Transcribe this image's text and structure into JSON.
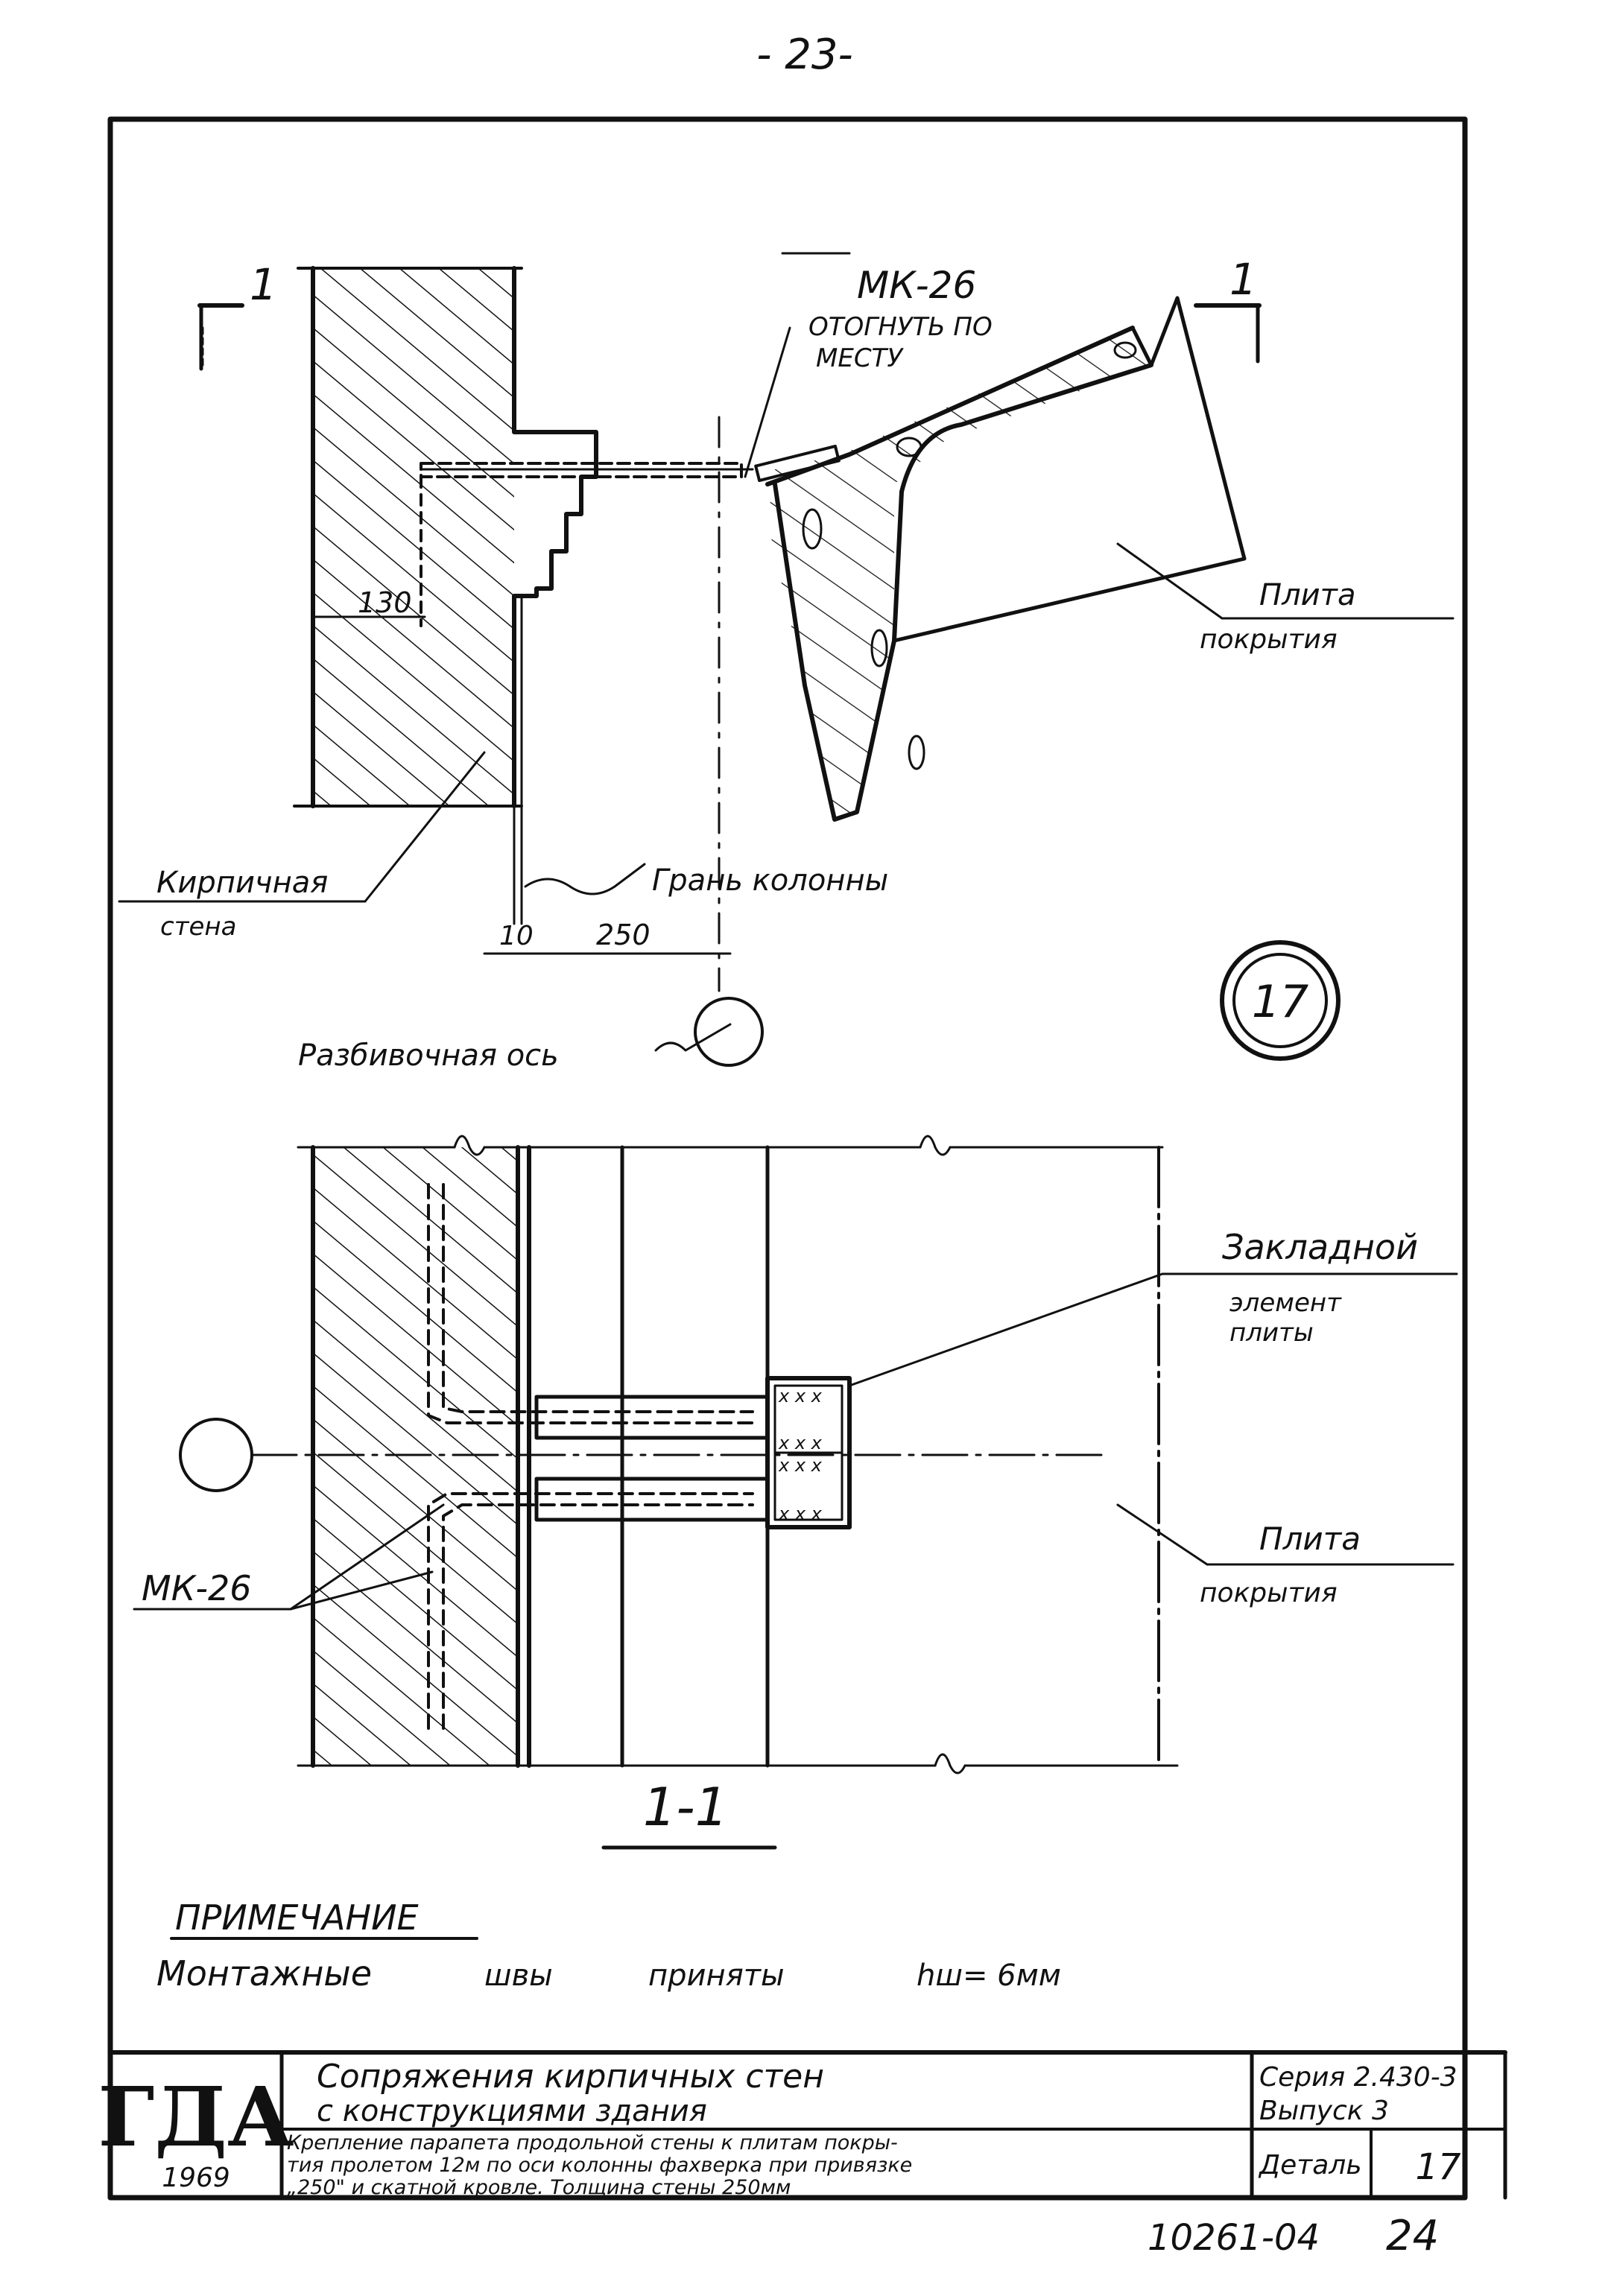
{
  "page_number": "- 23-",
  "drawing": {
    "plan": {
      "section_mark_left": "1",
      "section_mark_right": "1",
      "anchor_label": "МК-26",
      "anchor_note_line1": "ОТОГНУТЬ ПО",
      "anchor_note_line2": "МЕСТУ",
      "slab_label_line1": "Плита",
      "slab_label_line2": "покрытия",
      "dim_130": "130",
      "wall_label_line1": "Кирпичная",
      "wall_label_line2": "стена",
      "column_face_label": "Грань колонны",
      "dim_10": "10",
      "dim_250": "250",
      "axis_label": "Разбивочная ось",
      "detail_number": "17"
    },
    "section": {
      "embed_label_line1": "Закладной",
      "embed_label_line2": "элемент",
      "embed_label_line3": "плиты",
      "anchor_label": "МК-26",
      "slab_label_line1": "Плита",
      "slab_label_line2": "покрытия",
      "section_title": "1-1"
    },
    "note": {
      "heading": "ПРИМЕЧАНИЕ",
      "text_word1": "Монтажные",
      "text_word2": "швы",
      "text_word3": "приняты",
      "text_word4": "hш= 6мм"
    }
  },
  "title_block": {
    "logo": "ГДА",
    "year": "1969",
    "title_line1": "Сопряжения   кирпичных   стен",
    "title_line2": "с  конструкциями   здания",
    "desc_line1": "Крепление парапета продольной стены к плитам покры-",
    "desc_line2": "тия пролетом 12м по оси колонны фахверка при привязке",
    "desc_line3": "„250\" и скатной кровле. Толщина  стены  250мм",
    "series_line1": "Серия 2.430-3",
    "series_line2": "Выпуск 3",
    "detail_label": "Деталь",
    "detail_value": "17",
    "sheet_code": "10261-04",
    "sheet_number": "24"
  }
}
